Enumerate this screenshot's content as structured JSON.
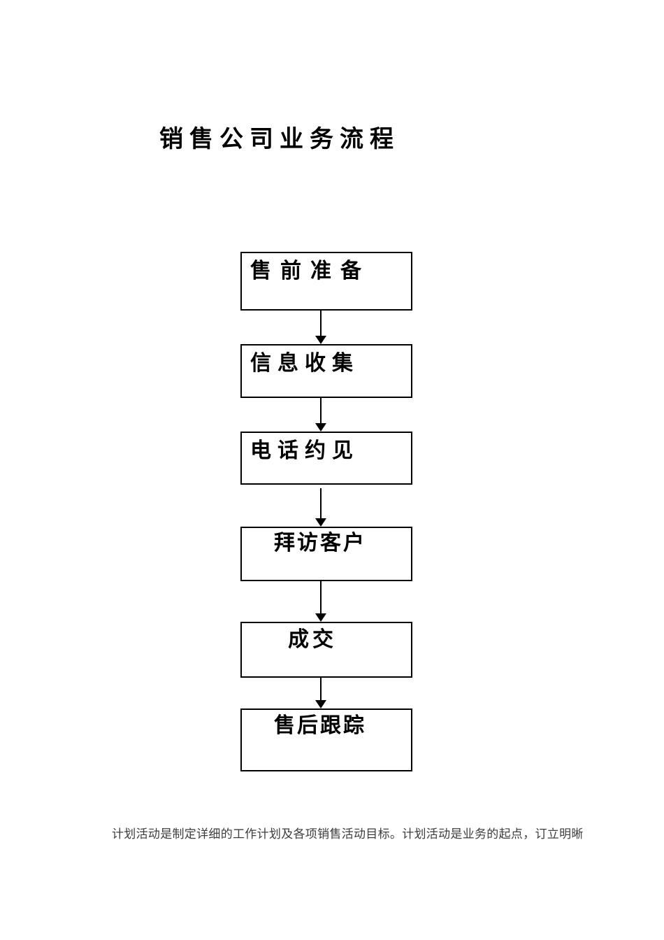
{
  "document": {
    "title": "销售公司业务流程"
  },
  "flowchart": {
    "type": "flowchart",
    "direction": "top-down",
    "steps": [
      {
        "label": "售前准备"
      },
      {
        "label": "信息收集"
      },
      {
        "label": "电话约见"
      },
      {
        "label": "拜访客户"
      },
      {
        "label": "成交"
      },
      {
        "label": "售后跟踪"
      }
    ],
    "connector_style": "solid-line-with-filled-down-arrow",
    "colors": {
      "box_border": "#000000",
      "box_background": "#ffffff",
      "text": "#000000",
      "page_background": "#ffffff"
    }
  },
  "footer": {
    "text": "计划活动是制定详细的工作计划及各项销售活动目标。计划活动是业务的起点，订立明晰"
  }
}
